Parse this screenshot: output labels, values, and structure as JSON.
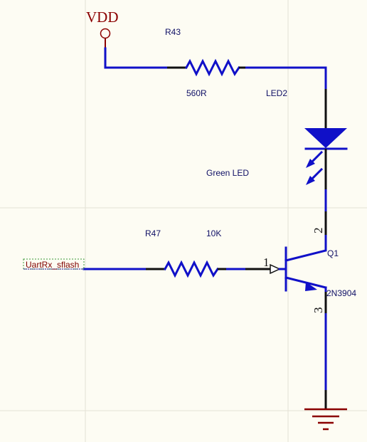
{
  "power": {
    "label": "VDD",
    "color": "#8b0000"
  },
  "net_label": {
    "text": "UartRx_sflash",
    "color": "#800000"
  },
  "r43": {
    "designator": "R43",
    "value": "560R"
  },
  "led2": {
    "designator": "LED2",
    "value": "Green LED"
  },
  "r47": {
    "designator": "R47",
    "value": "10K"
  },
  "q1": {
    "designator": "Q1",
    "value": "2N3904",
    "pins": {
      "base": "1",
      "collector": "2",
      "emitter": "3"
    }
  },
  "colors": {
    "wire": "#1010c8",
    "background": "#fdfcf3",
    "grid": "#e4e2d6"
  }
}
